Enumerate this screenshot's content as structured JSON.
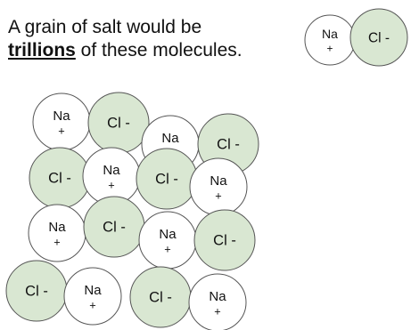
{
  "heading": {
    "line1": "A grain of salt would be",
    "emphasis": "trillions",
    "line2_rest": " of these molecules."
  },
  "ions": {
    "sodium": {
      "symbol": "Na",
      "charge": "+"
    },
    "chloride": {
      "label": "Cl -"
    }
  },
  "colors": {
    "sodium_fill": "#ffffff",
    "chloride_fill": "#d9e7d2",
    "stroke": "#555555",
    "text": "#111111"
  },
  "molecule": [
    "Na",
    "Cl"
  ],
  "lattice": [
    [
      "Na",
      "Cl",
      "Na",
      "Cl"
    ],
    [
      "Cl",
      "Na",
      "Cl",
      "Na"
    ],
    [
      "Na",
      "Cl",
      "Na",
      "Cl"
    ],
    [
      "Cl",
      "Na",
      "Cl",
      "Na"
    ]
  ]
}
